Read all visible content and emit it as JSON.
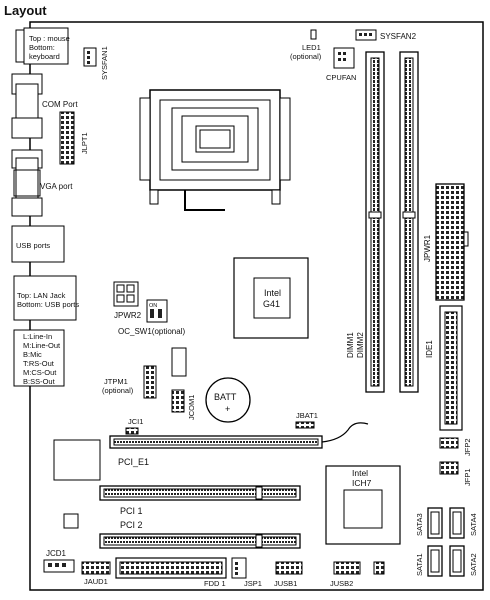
{
  "title": "Layout",
  "labels": {
    "mouse_keyboard_1": "Top : mouse",
    "mouse_keyboard_2": "Bottom:",
    "mouse_keyboard_3": "keyboard",
    "sysfan1": "SYSFAN1",
    "led1_1": "LED1",
    "led1_2": "(optional)",
    "sysfan2": "SYSFAN2",
    "cpufan": "CPUFAN",
    "com_port": "COM Port",
    "jlpt1": "JLPT1",
    "vga_port": "VGA port",
    "usb_ports": "USB ports",
    "lan_usb_1": "Top: LAN Jack",
    "lan_usb_2": "Bottom: USB ports",
    "jpwr1": "JPWR1",
    "jpwr2": "JPWR2",
    "switch_on": "ON",
    "oc_sw1": "OC_SW1(optional)",
    "chip_intel": "Intel",
    "chip_g41": "G41",
    "dimm1": "DIMM1",
    "dimm2": "DIMM2",
    "ide1": "IDE1",
    "audio_l": "L:Line-In",
    "audio_m": "M:Line-Out",
    "audio_b": "B:Mic",
    "audio_t": "T:RS-Out",
    "audio_m2": "M:CS-Out",
    "audio_b2": "B:SS-Out",
    "jtpm1_1": "JTPM1",
    "jtpm1_2": "(optional)",
    "jcom1": "JCOM1",
    "batt": "BATT",
    "batt_plus": "+",
    "jci1": "JCI1",
    "jbat1": "JBAT1",
    "jfp2": "JFP2",
    "jfp1": "JFP1",
    "pci_e1": "PCI_E1",
    "ich_intel": "Intel",
    "ich7": "ICH7",
    "pci1": "PCI 1",
    "pci2": "PCI 2",
    "sata3": "SATA3",
    "sata4": "SATA4",
    "sata1": "SATA1",
    "sata2": "SATA2",
    "jcd1": "JCD1",
    "jaud1": "JAUD1",
    "fdd1": "FDD 1",
    "jsp1": "JSP1",
    "jusb1": "JUSB1",
    "jusb2": "JUSB2"
  }
}
